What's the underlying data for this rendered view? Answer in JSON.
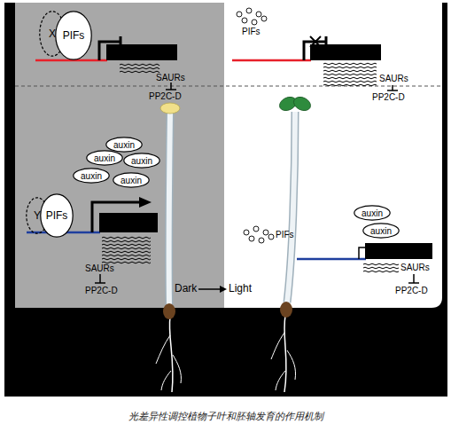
{
  "diagram": {
    "caption": "光差异性调控植物子叶和胚轴发育的作用机制",
    "nodes": [
      {
        "text": [
          "X"
        ]
      },
      {
        "text": [
          "PIFs"
        ]
      },
      {
        "text": [
          "auxin"
        ]
      },
      {
        "text": [
          "auxin"
        ]
      },
      {
        "text": [
          "auxin"
        ]
      },
      {
        "text": [
          "auxin"
        ]
      },
      {
        "text": [
          "auxin"
        ]
      },
      {
        "text": [
          "Y"
        ]
      },
      {
        "text": [
          "PIFs"
        ]
      },
      {
        "text": [
          "auxin"
        ]
      },
      {
        "text": [
          "auxin"
        ]
      }
    ],
    "labels": [
      "SAURs",
      "PP2C-D",
      "PIFs",
      "SAURs",
      "PP2C-D",
      "SAURs",
      "PP2C-D",
      "Dark",
      "Light",
      "PIFs",
      "SAURs",
      "PP2C-D"
    ]
  }
}
